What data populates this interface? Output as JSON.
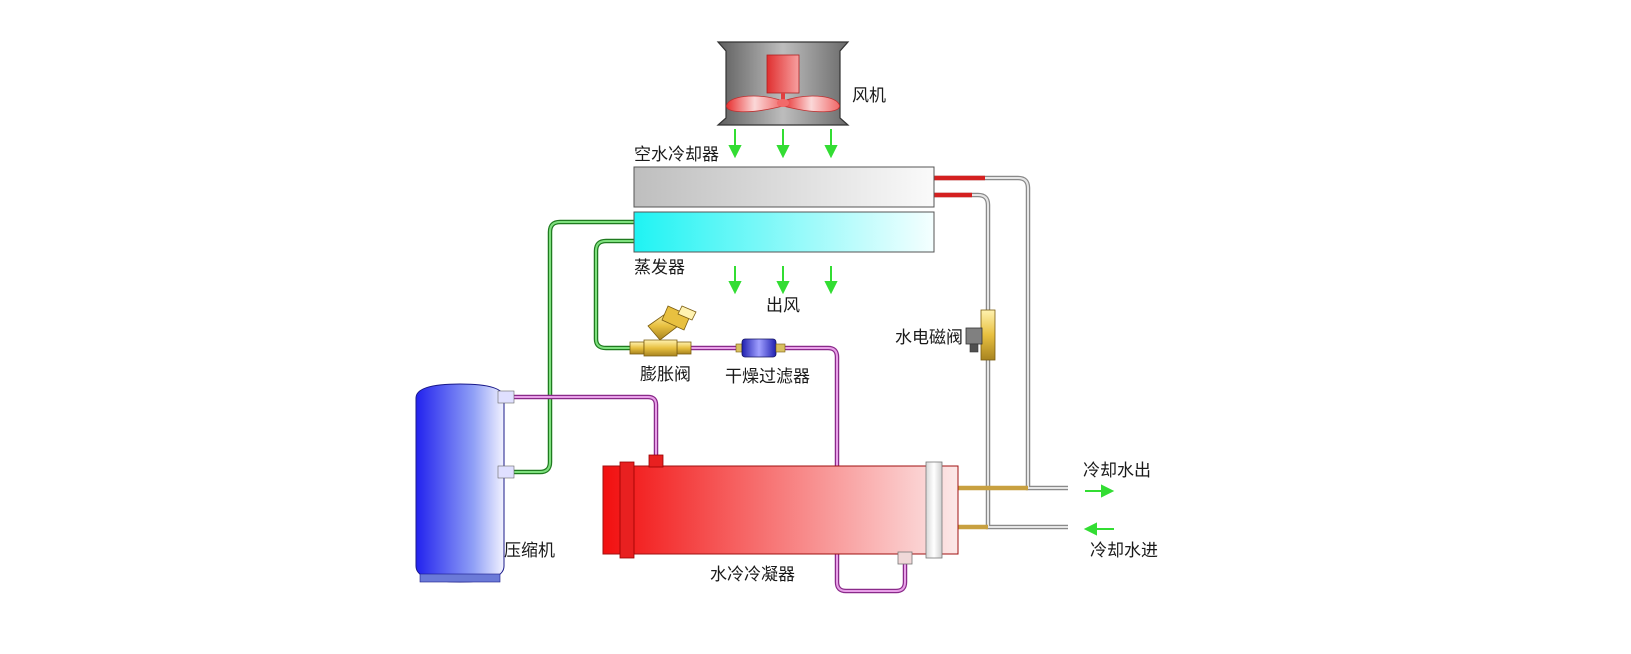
{
  "labels": {
    "fan": "风机",
    "air_water_cooler": "空水冷却器",
    "evaporator": "蒸发器",
    "air_out": "出风",
    "expansion_valve": "膨胀阀",
    "filter_drier": "干燥过滤器",
    "water_solenoid_valve": "水电磁阀",
    "cooling_water_out": "冷却水出",
    "cooling_water_in": "冷却水进",
    "compressor": "压缩机",
    "water_cooled_condenser": "水冷冷凝器"
  },
  "colors": {
    "airflow_arrow": "#33dd33",
    "suction_line": "#33bb33",
    "discharge_line": "#cc44cc",
    "water_line": "#b8b8b8",
    "hot_water": "#d42020",
    "valve_brass": "#e8c040"
  }
}
